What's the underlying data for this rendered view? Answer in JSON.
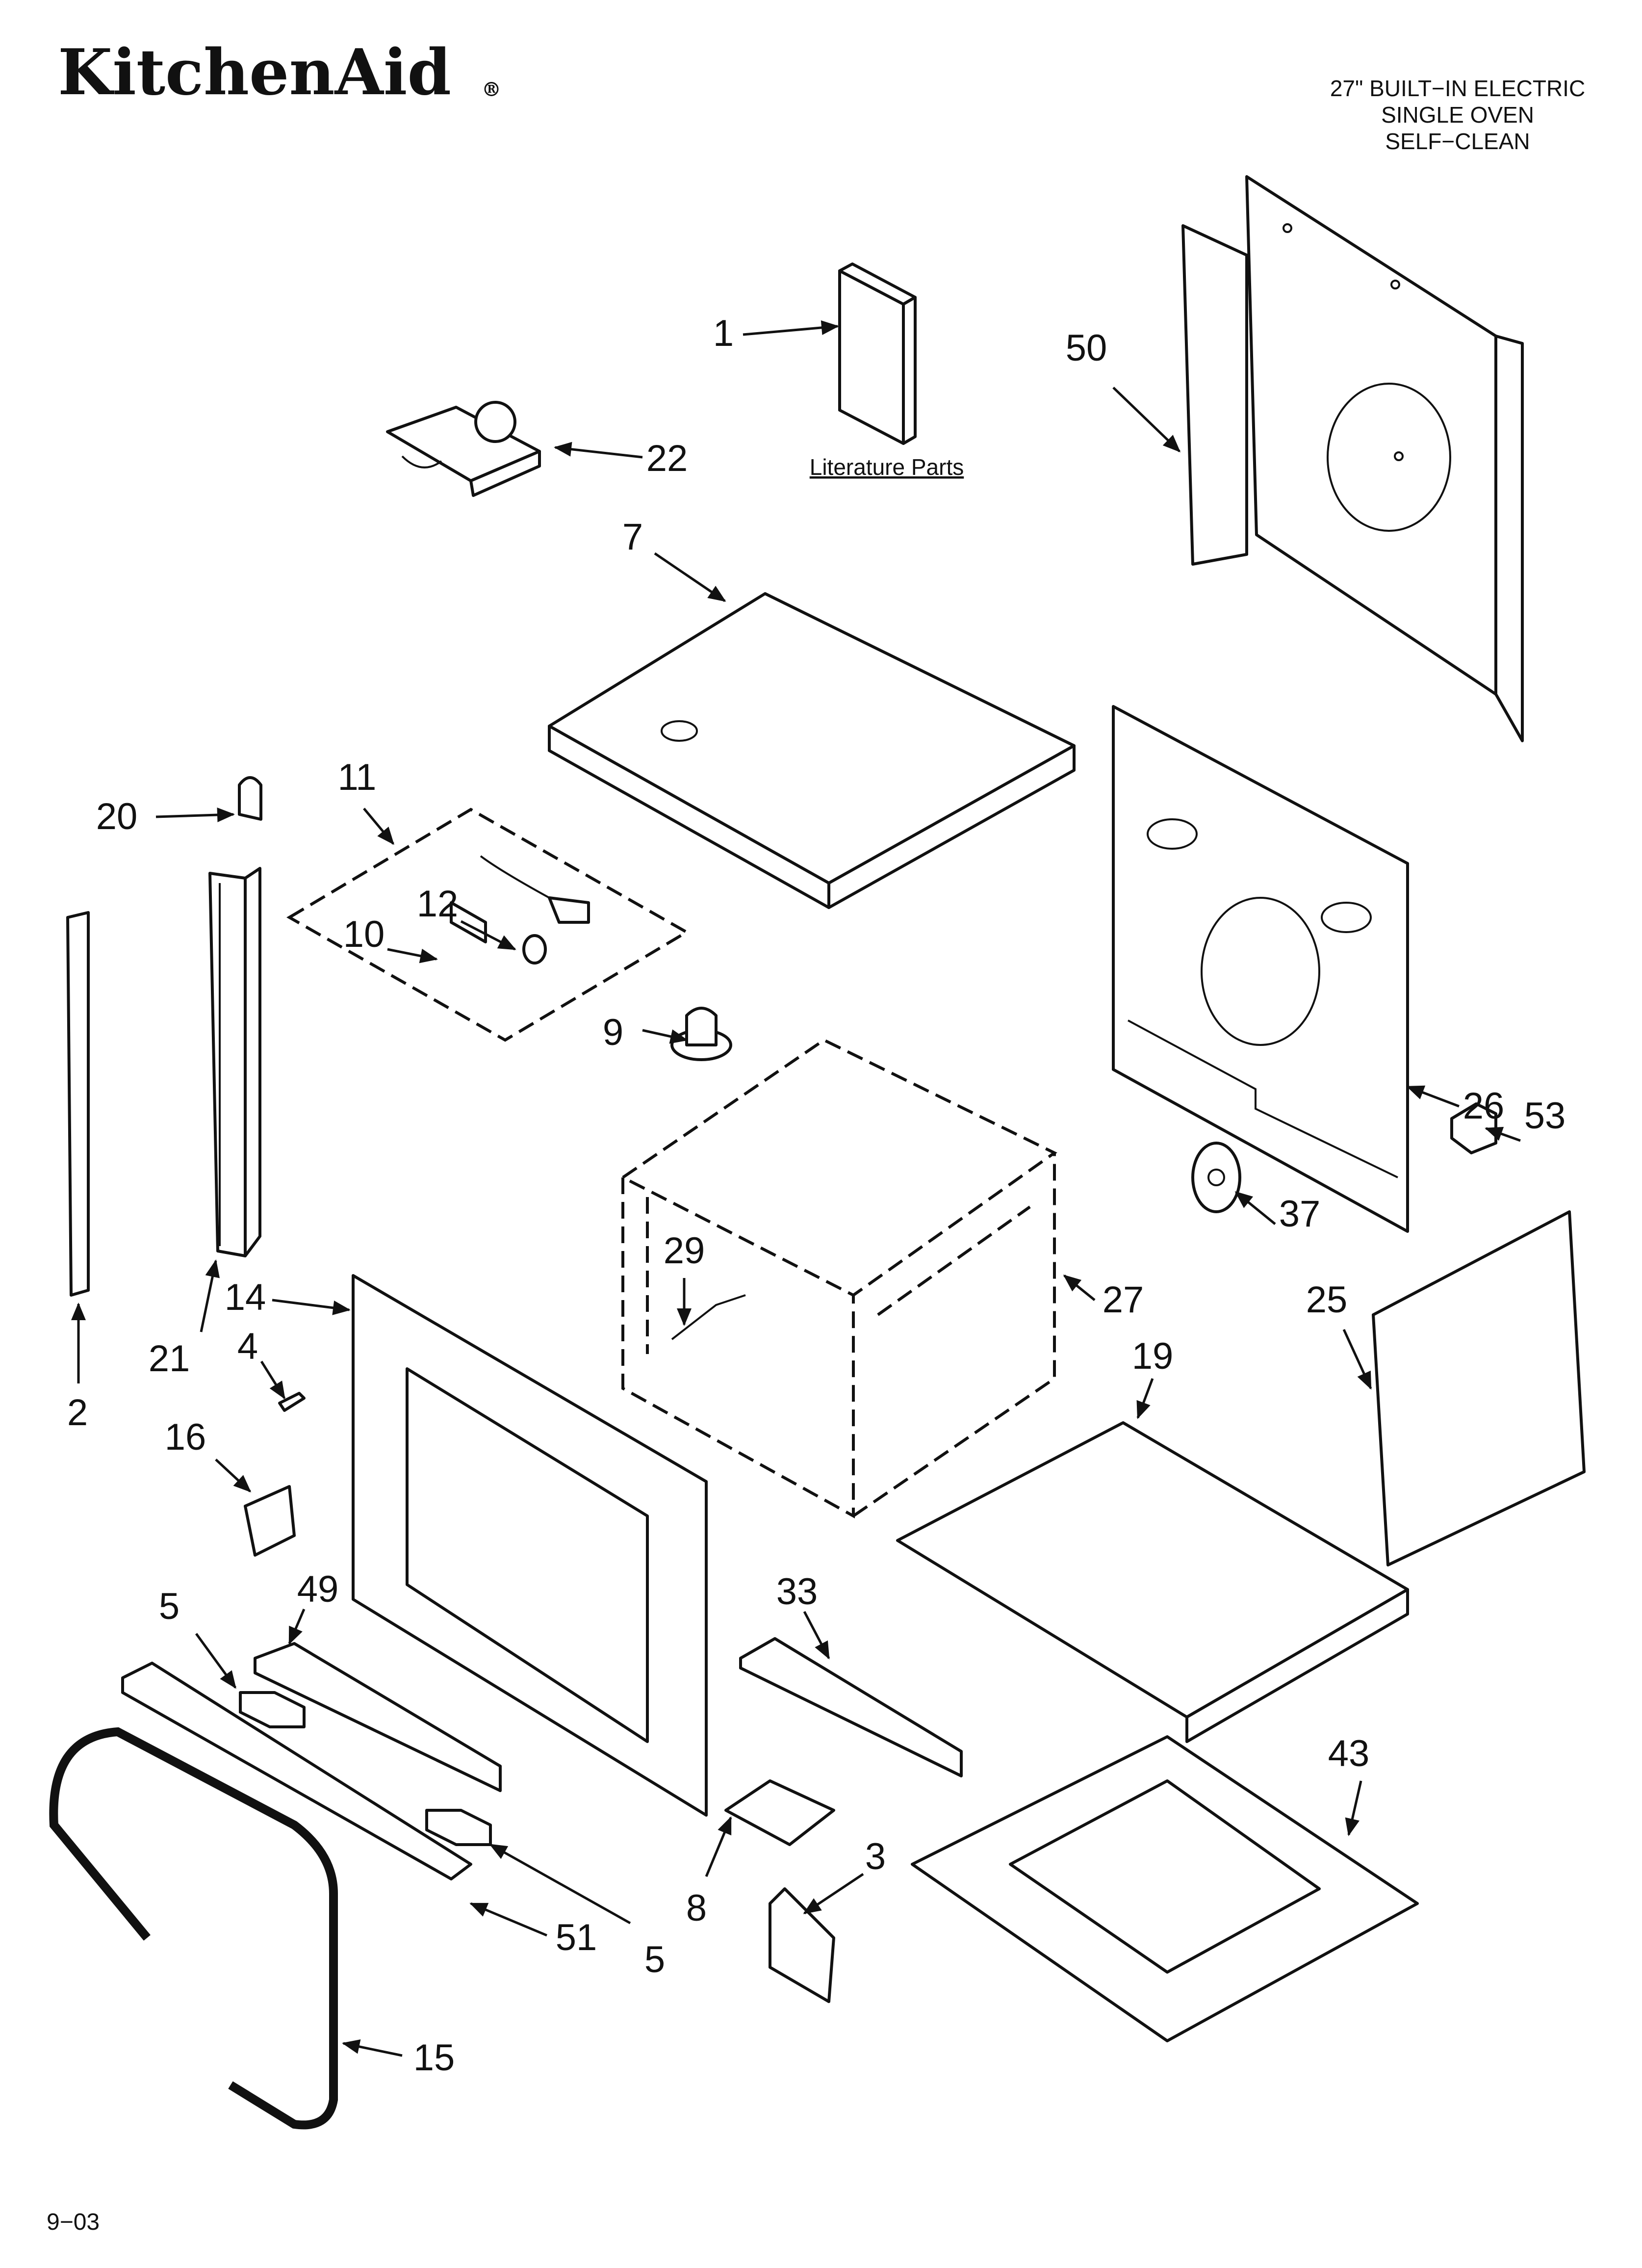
{
  "brand": "KitchenAid",
  "registered_mark": "®",
  "header": {
    "line1": "27\" BUILT−IN ELECTRIC",
    "line2": "SINGLE OVEN",
    "line3": "SELF−CLEAN"
  },
  "literature_label": "Literature Parts",
  "footer": "9−03",
  "callouts": {
    "c1": "1",
    "c2": "2",
    "c3": "3",
    "c4": "4",
    "c5a": "5",
    "c5b": "5",
    "c7": "7",
    "c8": "8",
    "c9": "9",
    "c10": "10",
    "c11": "11",
    "c12": "12",
    "c14": "14",
    "c15": "15",
    "c16": "16",
    "c19": "19",
    "c20": "20",
    "c21": "21",
    "c22": "22",
    "c25": "25",
    "c26": "26",
    "c27": "27",
    "c29": "29",
    "c33": "33",
    "c37": "37",
    "c43": "43",
    "c49": "49",
    "c50": "50",
    "c51": "51",
    "c53": "53"
  }
}
